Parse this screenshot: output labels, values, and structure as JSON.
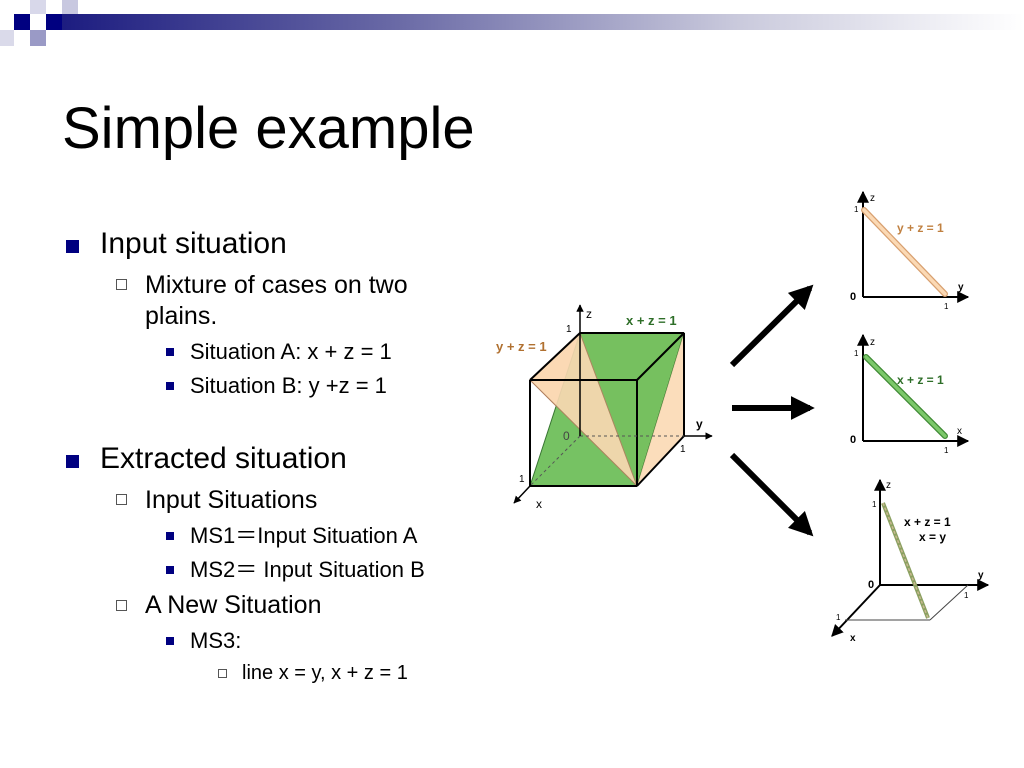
{
  "slide": {
    "title": "Simple example",
    "bullets": [
      {
        "level": 1,
        "text": "Input situation"
      },
      {
        "level": 2,
        "text": "Mixture of cases on two"
      },
      {
        "level": 2,
        "text": "plains.",
        "continuation": true
      },
      {
        "level": 3,
        "text": "Situation A:   x + z = 1"
      },
      {
        "level": 3,
        "text": "Situation B:   y +z = 1"
      },
      {
        "level": 1,
        "text": "Extracted situation"
      },
      {
        "level": 2,
        "text": "Input Situations"
      },
      {
        "level": 3,
        "text": "MS1＝Input Situation A"
      },
      {
        "level": 3,
        "text": "MS2＝ Input Situation B"
      },
      {
        "level": 2,
        "text": "A New Situation"
      },
      {
        "level": 3,
        "text": "MS3:"
      },
      {
        "level": 4,
        "text": "line x = y, x + z = 1"
      }
    ]
  },
  "diagram": {
    "cube": {
      "label_yz": "y + z = 1",
      "label_xz": "x + z = 1",
      "axis_x": "x",
      "axis_y": "y",
      "axis_z": "z",
      "tick_1_z": "1",
      "tick_1_y": "1",
      "tick_1_x": "1",
      "origin": "0"
    },
    "plot_top": {
      "label": "y + z = 1",
      "axis_v": "z",
      "axis_h": "y",
      "tick_v": "1",
      "tick_h": "1",
      "origin": "0"
    },
    "plot_mid": {
      "label": "x + z = 1",
      "axis_v": "z",
      "axis_h": "x",
      "tick_v": "1",
      "tick_h": "1",
      "origin": "0"
    },
    "plot_bottom": {
      "label1": "x + z = 1",
      "label2": "x = y",
      "axis_x": "x",
      "axis_y": "y",
      "axis_z": "z",
      "tick_z": "1",
      "tick_y": "1",
      "tick_x": "1",
      "origin": "0"
    },
    "colors": {
      "peach": "#fbd9b4",
      "green": "#6fbf5b",
      "accent": "#000080"
    }
  }
}
